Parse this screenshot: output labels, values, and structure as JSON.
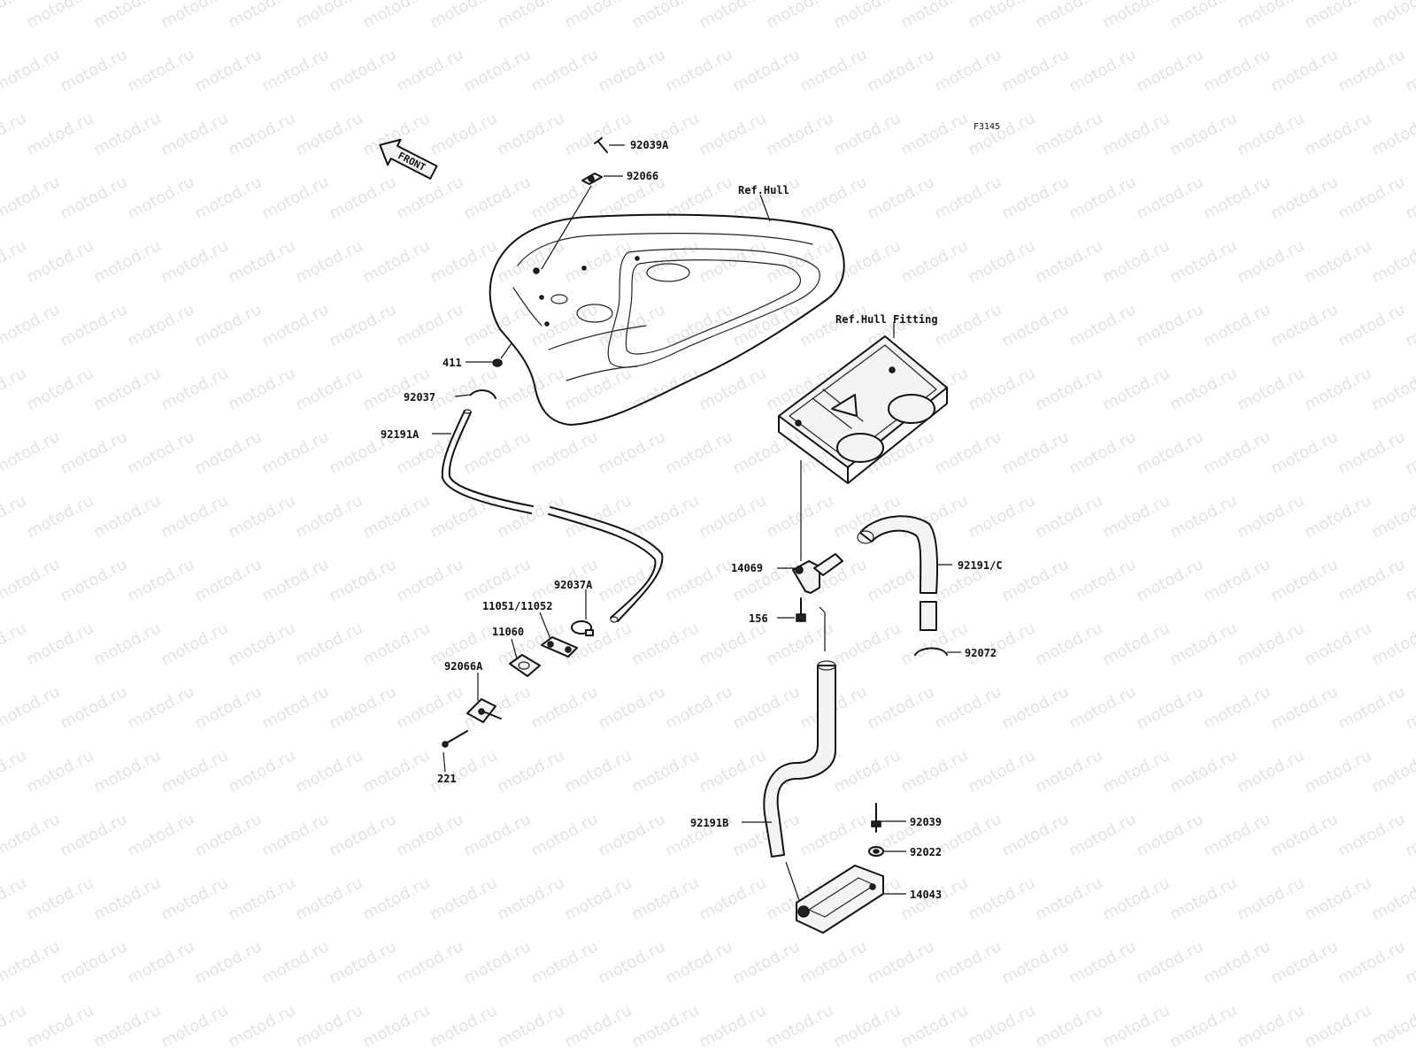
{
  "figure_code": "F3145",
  "watermark": "motod.ru",
  "front_label": "FRONT",
  "refs": {
    "hull": "Ref.Hull",
    "hull_fitting": "Ref.Hull Fitting"
  },
  "callouts": {
    "p92039A": "92039A",
    "p92066": "92066",
    "p411": "411",
    "p92037": "92037",
    "p92191A": "92191A",
    "p92037A": "92037A",
    "p11051_11052": "11051/11052",
    "p11060": "11060",
    "p92066A": "92066A",
    "p221": "221",
    "p14069": "14069",
    "p156": "156",
    "p92191C": "92191/C",
    "p92072": "92072",
    "p92191B": "92191B",
    "p92039": "92039",
    "p92022": "92022",
    "p14043": "14043"
  }
}
